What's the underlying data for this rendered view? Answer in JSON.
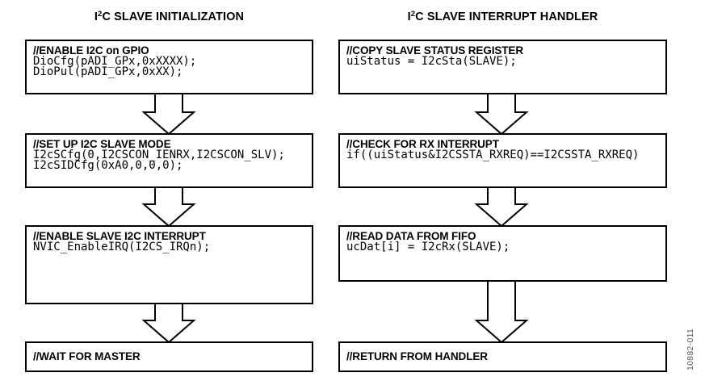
{
  "figure_label": "10882-011",
  "colors": {
    "line": "#000000",
    "background": "#ffffff",
    "figure_label_text": "#595959"
  },
  "columns": [
    {
      "title_prefix": "I",
      "title_sup": "2",
      "title_rest": "C SLAVE INITIALIZATION",
      "boxes": [
        {
          "header": "//ENABLE I2C on GPIO",
          "code": [
            "DioCfg(pADI_GPx,0xXXXX);",
            "DioPul(pADI_GPx,0xXX);"
          ]
        },
        {
          "header": "//SET UP I2C SLAVE MODE",
          "code": [
            "I2cSCfg(0,I2CSCON_IENRX,I2CSCON_SLV);",
            "I2cSIDCfg(0xA0,0,0,0);"
          ]
        },
        {
          "header": "//ENABLE SLAVE I2C INTERRUPT",
          "code": [
            "NVIC_EnableIRQ(I2CS_IRQn);"
          ]
        },
        {
          "header": "//WAIT FOR MASTER",
          "code": []
        }
      ]
    },
    {
      "title_prefix": "I",
      "title_sup": "2",
      "title_rest": "C SLAVE INTERRUPT HANDLER",
      "boxes": [
        {
          "header": "//COPY SLAVE STATUS REGISTER",
          "code": [
            "uiStatus = I2cSta(SLAVE);"
          ]
        },
        {
          "header": "//CHECK FOR RX INTERRUPT",
          "code": [
            "if((uiStatus&I2CSSTA_RXREQ)==I2CSSTA_RXREQ)"
          ]
        },
        {
          "header": "//READ DATA FROM FIFO",
          "code": [
            "ucDat[i] = I2cRx(SLAVE);"
          ]
        },
        {
          "header": "//RETURN FROM HANDLER",
          "code": []
        }
      ]
    }
  ]
}
